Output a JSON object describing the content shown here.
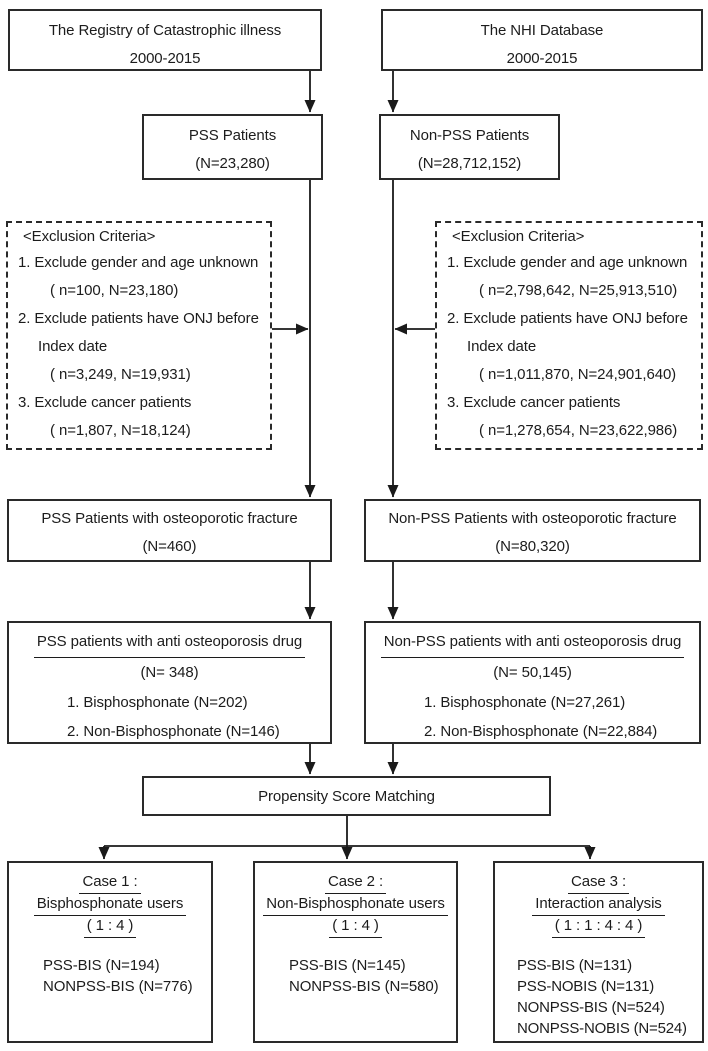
{
  "colors": {
    "ink": "#1c1c1c",
    "border": "#2a2a2a",
    "background": "#ffffff"
  },
  "sources": {
    "registry": {
      "title": "The Registry of Catastrophic illness",
      "years": "2000-2015"
    },
    "nhi": {
      "title": "The NHI Database",
      "years": "2000-2015"
    }
  },
  "cohorts": {
    "pss": {
      "title": "PSS Patients",
      "n": "(N=23,280)"
    },
    "nonpss": {
      "title": "Non-PSS Patients",
      "n": "(N=28,712,152)"
    }
  },
  "exclusion_pss": {
    "header": "<Exclusion Criteria>",
    "lines": [
      "1. Exclude gender and age unknown",
      "( n=100, N=23,180)",
      "2. Exclude patients have ONJ before",
      "Index date",
      "( n=3,249, N=19,931)",
      "3. Exclude cancer patients",
      "( n=1,807, N=18,124)"
    ]
  },
  "exclusion_nonpss": {
    "header": "<Exclusion Criteria>",
    "lines": [
      "1. Exclude gender and age unknown",
      "( n=2,798,642, N=25,913,510)",
      "2. Exclude patients have ONJ before",
      "Index date",
      "( n=1,011,870, N=24,901,640)",
      "3. Exclude cancer patients",
      "( n=1,278,654, N=23,622,986)"
    ]
  },
  "fracture": {
    "pss": {
      "title": "PSS Patients with osteoporotic fracture",
      "n": "(N=460)"
    },
    "nonpss": {
      "title": "Non-PSS Patients with osteoporotic fracture",
      "n": "(N=80,320)"
    }
  },
  "drug": {
    "pss": {
      "title": "PSS patients with anti osteoporosis drug",
      "n": "(N= 348)",
      "items": [
        "1. Bisphosphonate (N=202)",
        "2. Non-Bisphosphonate (N=146)"
      ]
    },
    "nonpss": {
      "title": "Non-PSS patients with anti osteoporosis drug",
      "n": "(N= 50,145)",
      "items": [
        "1. Bisphosphonate (N=27,261)",
        "2. Non-Bisphosphonate (N=22,884)"
      ]
    }
  },
  "matching": {
    "label": "Propensity Score Matching"
  },
  "cases": {
    "case1": {
      "header1": "Case 1 :",
      "header2": "Bisphosphonate users",
      "header3": "( 1 : 4 )",
      "lines": [
        "PSS-BIS (N=194)",
        "NONPSS-BIS (N=776)"
      ]
    },
    "case2": {
      "header1": "Case 2 :",
      "header2": "Non-Bisphosphonate users",
      "header3": "( 1 : 4 )",
      "lines": [
        "PSS-BIS (N=145)",
        "NONPSS-BIS (N=580)"
      ]
    },
    "case3": {
      "header1": "Case 3 :",
      "header2": "Interaction analysis",
      "header3": "( 1 : 1 : 4 : 4 )",
      "lines": [
        "PSS-BIS (N=131)",
        "PSS-NOBIS (N=131)",
        "NONPSS-BIS (N=524)",
        "NONPSS-NOBIS (N=524)"
      ]
    }
  }
}
